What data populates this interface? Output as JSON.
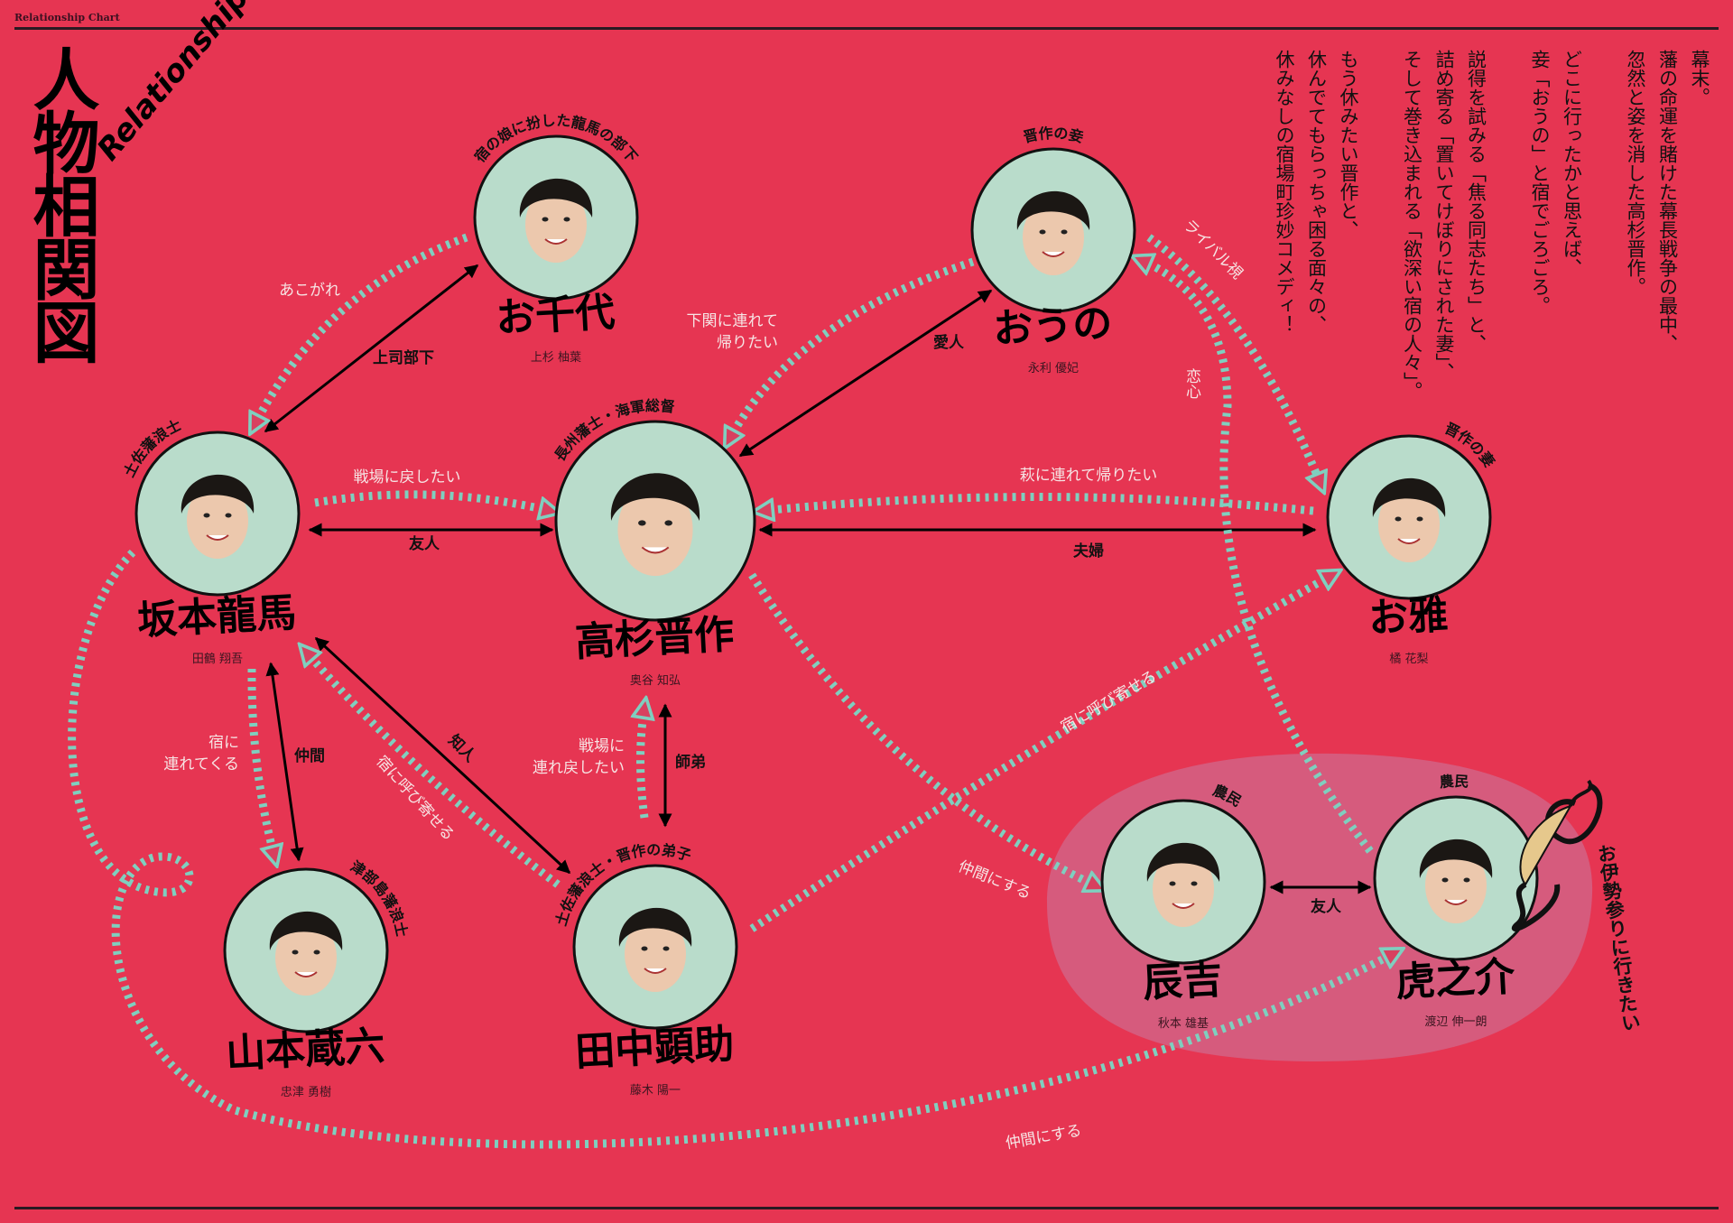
{
  "header": {
    "label": "Relationship Chart"
  },
  "title": {
    "jp": "人物相関図",
    "en": "Relationship Chart"
  },
  "intro": [
    [
      "幕末。",
      "藩の命運を賭けた幕長戦争の最中、",
      "忽然と姿を消した高杉晋作。"
    ],
    [
      "どこに行ったかと思えば、",
      "妾「おうの」と宿でごろごろ。"
    ],
    [
      "説得を試みる「焦る同志たち」と、",
      "詰め寄る「置いてけぼりにされた妻」、",
      "そして巻き込まれる「欲深い宿の人々」。"
    ],
    [
      "もう休みたい晋作と、",
      "休んでてもらっちゃ困る面々の、",
      "休みなしの宿場町珍妙コメディ！"
    ]
  ],
  "characters": [
    {
      "id": "ryoma",
      "role": "土佐藩浪士",
      "name": "坂本龍馬",
      "actor": "田鶴 翔吾"
    },
    {
      "id": "ochiyo",
      "role": "宿の娘に扮した龍馬の部下",
      "name": "お千代",
      "actor": "上杉 柚葉"
    },
    {
      "id": "shinsaku",
      "role": "長州藩士・海軍総督",
      "name": "高杉晋作",
      "actor": "奥谷 知弘"
    },
    {
      "id": "ouno",
      "role": "晋作の妾",
      "name": "おうの",
      "actor": "永利 優妃"
    },
    {
      "id": "omasa",
      "role": "晋作の妻",
      "name": "お雅",
      "actor": "橘 花梨"
    },
    {
      "id": "kuraroku",
      "role": "津部島藩浪士",
      "name": "山本蔵六",
      "actor": "忠津 勇樹"
    },
    {
      "id": "tanaka",
      "role": "土佐藩浪士・晋作の弟子",
      "name": "田中顕助",
      "actor": "藤木 陽一"
    },
    {
      "id": "tatsukichi",
      "role": "農民",
      "name": "辰吉",
      "actor": "秋本 雄基"
    },
    {
      "id": "toranosuke",
      "role": "農民",
      "name": "虎之介",
      "actor": "渡辺 伸一朗"
    }
  ],
  "relations": [
    {
      "label": "上司部下",
      "kind": "mutual"
    },
    {
      "label": "友人",
      "kind": "mutual"
    },
    {
      "label": "愛人",
      "kind": "mutual"
    },
    {
      "label": "夫婦",
      "kind": "mutual"
    },
    {
      "label": "仲間",
      "kind": "mutual"
    },
    {
      "label": "知人",
      "kind": "mutual"
    },
    {
      "label": "師弟",
      "kind": "mutual"
    },
    {
      "label": "友人",
      "kind": "mutual"
    },
    {
      "label": "あこがれ",
      "kind": "one-way"
    },
    {
      "label": "戦場に戻したい",
      "kind": "one-way"
    },
    {
      "label": "下関に連れて\n帰りたい",
      "kind": "one-way"
    },
    {
      "label": "萩に連れて帰りたい",
      "kind": "one-way"
    },
    {
      "label": "ライバル視",
      "kind": "one-way"
    },
    {
      "label": "恋心",
      "kind": "one-way"
    },
    {
      "label": "宿に\n連れてくる",
      "kind": "one-way"
    },
    {
      "label": "宿に呼び寄せる",
      "kind": "one-way"
    },
    {
      "label": "戦場に\n連れ戻したい",
      "kind": "one-way"
    },
    {
      "label": "宿に呼び寄せる",
      "kind": "one-way"
    },
    {
      "label": "仲間にする",
      "kind": "one-way"
    },
    {
      "label": "仲間にする",
      "kind": "one-way"
    }
  ],
  "annotation": {
    "text": "お伊勢参りに行きたい"
  },
  "colors": {
    "background": "#e63552",
    "dash": "#7fcfbf",
    "portrait_bg": "#b9dccb",
    "group_blob": "#d65b7d",
    "label_light": "#f6e4e4"
  }
}
